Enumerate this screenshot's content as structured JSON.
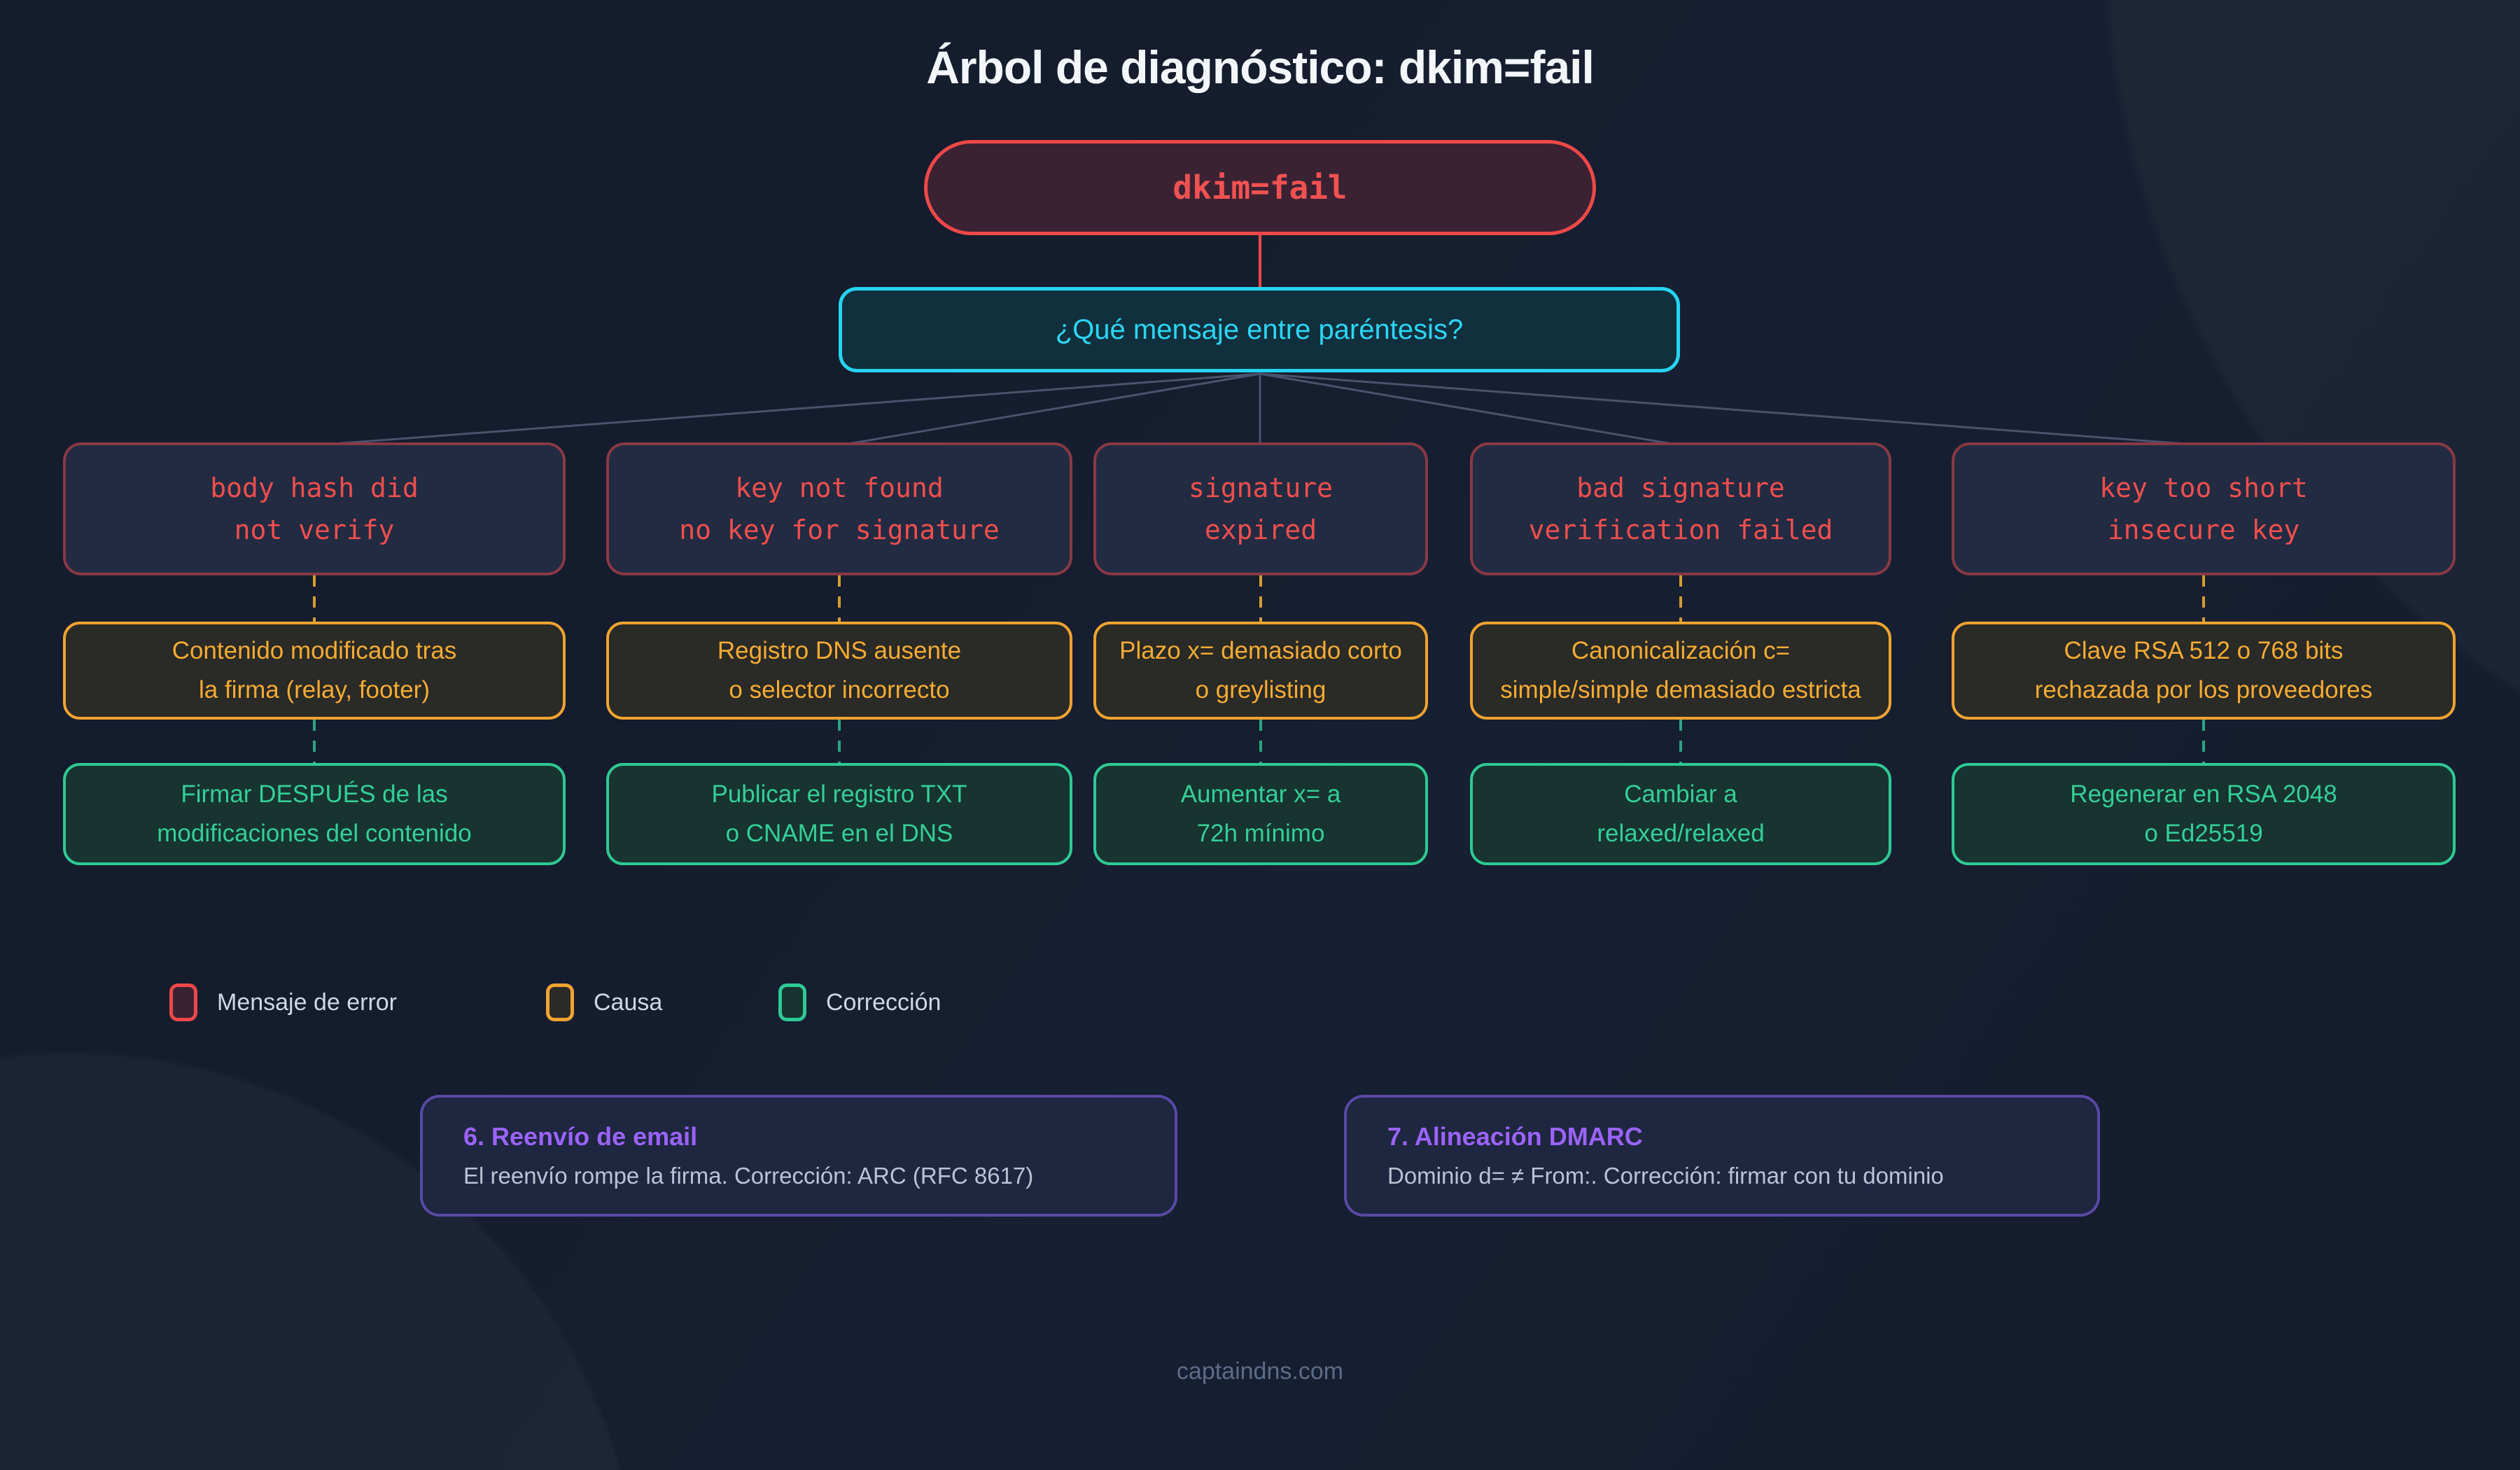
{
  "title": "Árbol de diagnóstico: dkim=fail",
  "root": {
    "label": "dkim=fail"
  },
  "question": {
    "label": "¿Qué mensaje entre paréntesis?"
  },
  "branches": [
    {
      "error": "body hash did\nnot verify",
      "cause": "Contenido modificado tras\nla firma (relay, footer)",
      "fix": "Firmar DESPUÉS de las\nmodificaciones del contenido"
    },
    {
      "error": "key not found\nno key for signature",
      "cause": "Registro DNS ausente\no selector incorrecto",
      "fix": "Publicar el registro TXT\no CNAME en el DNS"
    },
    {
      "error": "signature\nexpired",
      "cause": "Plazo x= demasiado corto\no greylisting",
      "fix": "Aumentar x= a\n72h mínimo"
    },
    {
      "error": "bad signature\nverification failed",
      "cause": "Canonicalización c=\nsimple/simple demasiado estricta",
      "fix": "Cambiar a\nrelaxed/relaxed"
    },
    {
      "error": "key too short\ninsecure key",
      "cause": "Clave RSA 512 o 768 bits\nrechazada por los proveedores",
      "fix": "Regenerar en RSA 2048\no Ed25519"
    }
  ],
  "legend": [
    {
      "label": "Mensaje de error"
    },
    {
      "label": "Causa"
    },
    {
      "label": "Corrección"
    }
  ],
  "notes": [
    {
      "title": "6. Reenvío de email",
      "body": "El reenvío rompe la firma. Corrección: ARC (RFC 8617)"
    },
    {
      "title": "7. Alineación DMARC",
      "body": "Dominio d= ≠ From:. Corrección: firmar con tu dominio"
    }
  ],
  "footer": {
    "text": "captaindns.com"
  },
  "colors": {
    "background": "#151d2f",
    "error_accent": "#ef4848",
    "cause_accent": "#f0a32f",
    "fix_accent": "#2fc993",
    "question_accent": "#26d4f2",
    "note_accent": "#9a63fa"
  }
}
